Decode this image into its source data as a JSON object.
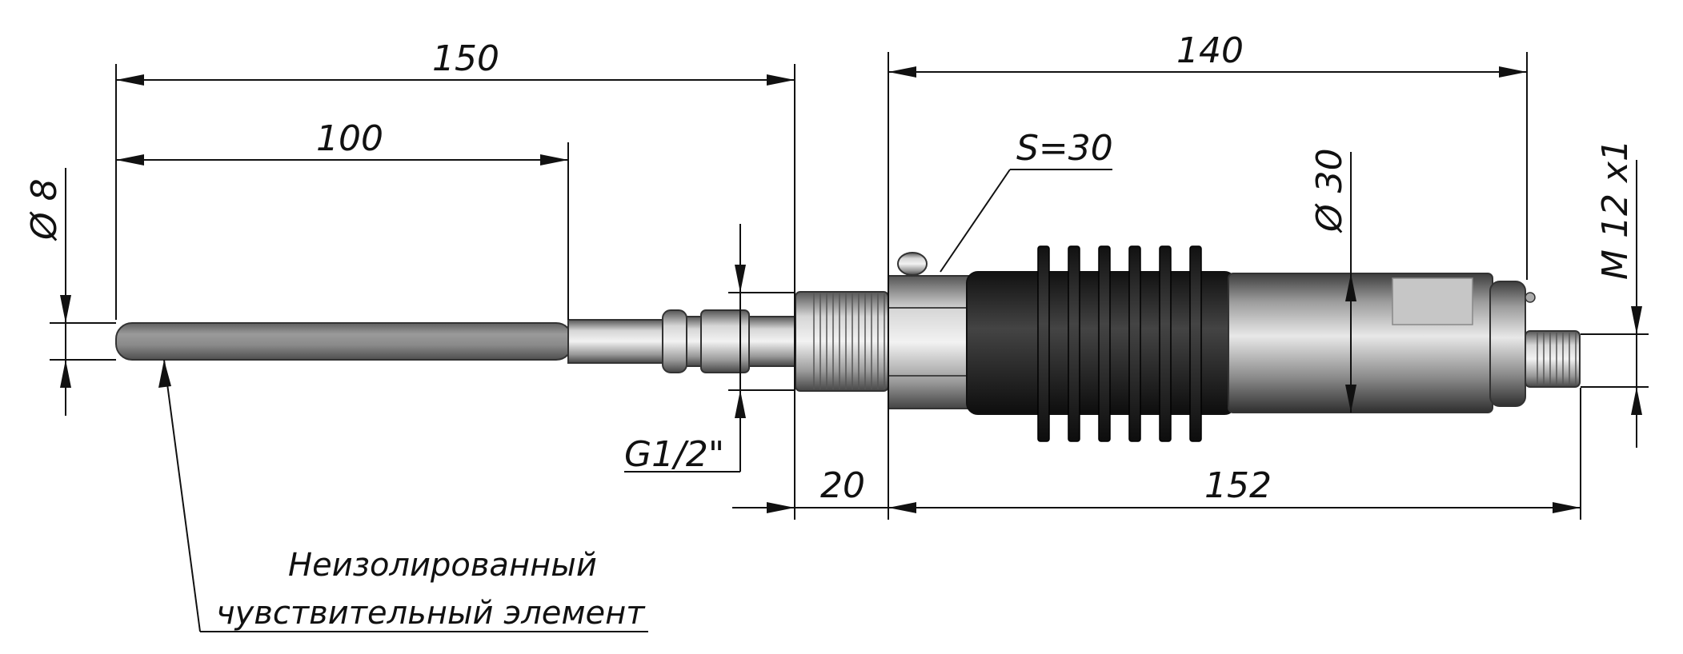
{
  "dimensions": {
    "d150": "150",
    "d100": "100",
    "d140": "140",
    "d20": "20",
    "d152": "152",
    "phi8": "Ø 8",
    "phi30": "Ø 30",
    "m12": "M 12 x1",
    "s30": "S=30",
    "g12": "G1/2\""
  },
  "note": {
    "line1": "Неизолированный",
    "line2": "чувствительный элемент"
  },
  "colors": {
    "line": "#111111",
    "probe": "#8c8c8c",
    "metal_light": "#c9c9c9",
    "metal_dark": "#6e6e6e",
    "rubber": "#2a2a2a"
  }
}
